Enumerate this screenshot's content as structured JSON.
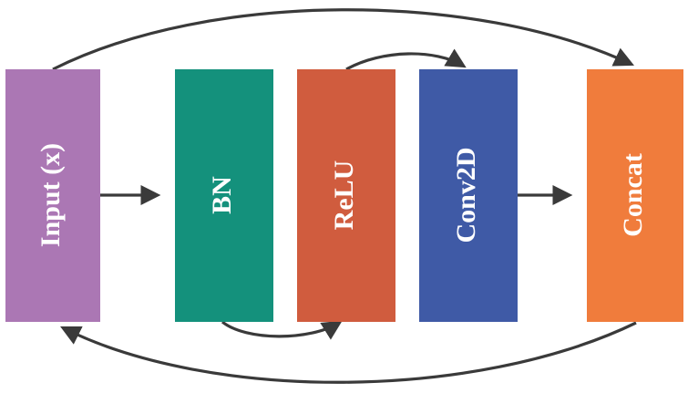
{
  "blocks": [
    {
      "id": "input",
      "label": "Input (x)",
      "color": "#ab77b4"
    },
    {
      "id": "bn",
      "label": "BN",
      "color": "#14917c"
    },
    {
      "id": "relu",
      "label": "ReLU",
      "color": "#d05c3e"
    },
    {
      "id": "conv2d",
      "label": "Conv2D",
      "color": "#3f5aa6"
    },
    {
      "id": "concat",
      "label": "Concat",
      "color": "#f07c3c"
    }
  ],
  "arrow_color": "#3a3a3a",
  "connections": [
    {
      "from": "input",
      "to": "bn",
      "kind": "straight"
    },
    {
      "from": "conv2d",
      "to": "concat",
      "kind": "straight"
    },
    {
      "from": "input",
      "to": "concat",
      "kind": "skip-over-top"
    },
    {
      "from": "relu",
      "to": "conv2d",
      "kind": "curve-top"
    },
    {
      "from": "bn",
      "to": "relu",
      "kind": "curve-bottom"
    },
    {
      "from": "concat",
      "to": "input",
      "kind": "return-under-bottom"
    }
  ]
}
